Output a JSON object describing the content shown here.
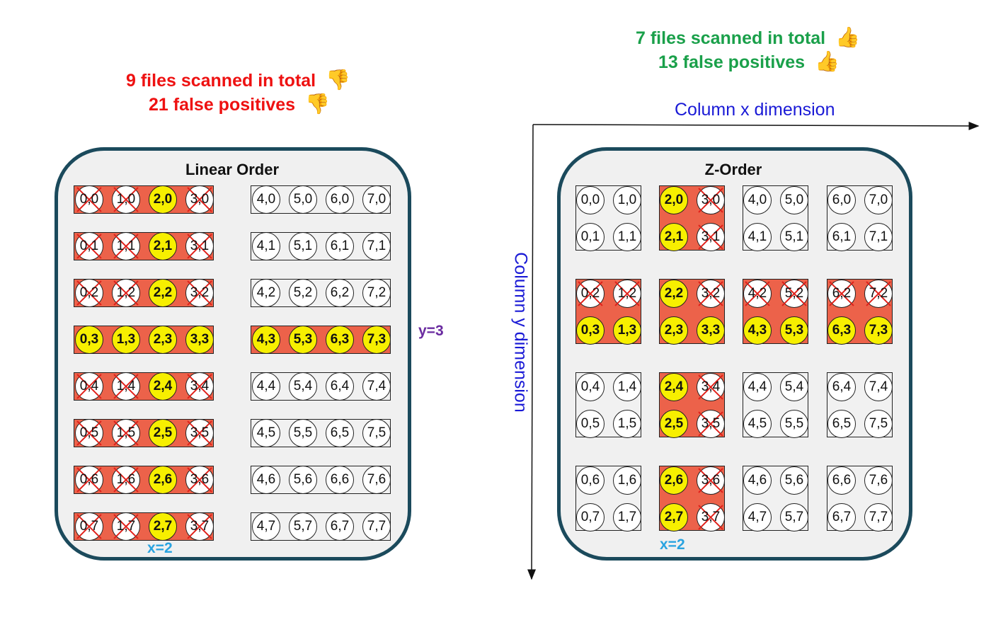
{
  "linear": {
    "title": "Linear Order",
    "stat_files": "9 files scanned in total",
    "stat_fp": "21 false positives",
    "stat_color": "#ee1111",
    "thumb": "👎",
    "x_marker": "x=2",
    "y_marker": "y=3"
  },
  "zorder": {
    "title": "Z-Order",
    "stat_files": "7 files scanned in total",
    "stat_fp": "13 false positives",
    "stat_color": "#1aa04a",
    "thumb": "👍",
    "x_marker": "x=2",
    "x_axis_label": "Column x dimension",
    "y_axis_label": "Column y dimension"
  },
  "colors": {
    "panel_border": "#1b4a5c",
    "panel_fill": "#f0f0f0",
    "hit_file": "#ec624a",
    "selected_cell": "#f7ef00",
    "false_positive_cross": "#e0201a",
    "x_marker": "#29a3e0",
    "y_marker": "#6a2ba0",
    "axis_label": "#1a1ad6"
  },
  "linear_files": [
    {
      "cells": [
        "0,0",
        "1,0",
        "2,0",
        "3,0"
      ],
      "scanned": true
    },
    {
      "cells": [
        "4,0",
        "5,0",
        "6,0",
        "7,0"
      ],
      "scanned": false
    },
    {
      "cells": [
        "0,1",
        "1,1",
        "2,1",
        "3,1"
      ],
      "scanned": true
    },
    {
      "cells": [
        "4,1",
        "5,1",
        "6,1",
        "7,1"
      ],
      "scanned": false
    },
    {
      "cells": [
        "0,2",
        "1,2",
        "2,2",
        "3,2"
      ],
      "scanned": true
    },
    {
      "cells": [
        "4,2",
        "5,2",
        "6,2",
        "7,2"
      ],
      "scanned": false
    },
    {
      "cells": [
        "0,3",
        "1,3",
        "2,3",
        "3,3"
      ],
      "scanned": true
    },
    {
      "cells": [
        "4,3",
        "5,3",
        "6,3",
        "7,3"
      ],
      "scanned": true
    },
    {
      "cells": [
        "0,4",
        "1,4",
        "2,4",
        "3,4"
      ],
      "scanned": true
    },
    {
      "cells": [
        "4,4",
        "5,4",
        "6,4",
        "7,4"
      ],
      "scanned": false
    },
    {
      "cells": [
        "0,5",
        "1,5",
        "2,5",
        "3,5"
      ],
      "scanned": true
    },
    {
      "cells": [
        "4,5",
        "5,5",
        "6,5",
        "7,5"
      ],
      "scanned": false
    },
    {
      "cells": [
        "0,6",
        "1,6",
        "2,6",
        "3,6"
      ],
      "scanned": true
    },
    {
      "cells": [
        "4,6",
        "5,6",
        "6,6",
        "7,6"
      ],
      "scanned": false
    },
    {
      "cells": [
        "0,7",
        "1,7",
        "2,7",
        "3,7"
      ],
      "scanned": true
    },
    {
      "cells": [
        "4,7",
        "5,7",
        "6,7",
        "7,7"
      ],
      "scanned": false
    }
  ],
  "zorder_files": [
    {
      "cells": [
        "0,0",
        "1,0",
        "0,1",
        "1,1"
      ],
      "scanned": false
    },
    {
      "cells": [
        "2,0",
        "3,0",
        "2,1",
        "3,1"
      ],
      "scanned": true
    },
    {
      "cells": [
        "4,0",
        "5,0",
        "4,1",
        "5,1"
      ],
      "scanned": false
    },
    {
      "cells": [
        "6,0",
        "7,0",
        "6,1",
        "7,1"
      ],
      "scanned": false
    },
    {
      "cells": [
        "0,2",
        "1,2",
        "0,3",
        "1,3"
      ],
      "scanned": true
    },
    {
      "cells": [
        "2,2",
        "3,2",
        "2,3",
        "3,3"
      ],
      "scanned": true
    },
    {
      "cells": [
        "4,2",
        "5,2",
        "4,3",
        "5,3"
      ],
      "scanned": true
    },
    {
      "cells": [
        "6,2",
        "7,2",
        "6,3",
        "7,3"
      ],
      "scanned": true
    },
    {
      "cells": [
        "0,4",
        "1,4",
        "0,5",
        "1,5"
      ],
      "scanned": false
    },
    {
      "cells": [
        "2,4",
        "3,4",
        "2,5",
        "3,5"
      ],
      "scanned": true
    },
    {
      "cells": [
        "4,4",
        "5,4",
        "4,5",
        "5,5"
      ],
      "scanned": false
    },
    {
      "cells": [
        "6,4",
        "7,4",
        "6,5",
        "7,5"
      ],
      "scanned": false
    },
    {
      "cells": [
        "0,6",
        "1,6",
        "0,7",
        "1,7"
      ],
      "scanned": false
    },
    {
      "cells": [
        "2,6",
        "3,6",
        "2,7",
        "3,7"
      ],
      "scanned": true
    },
    {
      "cells": [
        "4,6",
        "5,6",
        "4,7",
        "5,7"
      ],
      "scanned": false
    },
    {
      "cells": [
        "6,6",
        "7,6",
        "6,7",
        "7,7"
      ],
      "scanned": false
    }
  ],
  "query": {
    "x": 2,
    "y": 3
  }
}
